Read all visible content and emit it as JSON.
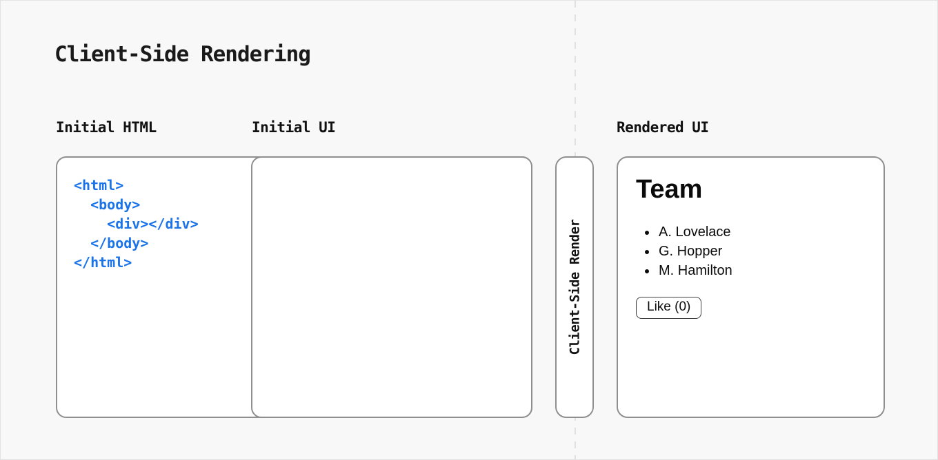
{
  "page": {
    "title": "Client-Side Rendering",
    "background_color": "#f8f8f8",
    "panel_border_color": "#8f8f8f",
    "divider_color": "#e0e0e0"
  },
  "column_labels": {
    "initial_html": "Initial HTML",
    "initial_ui": "Initial UI",
    "rendered_ui": "Rendered UI"
  },
  "initial_html_panel": {
    "code_color": "#1a73e8",
    "code_lines": [
      "<html>",
      "  <body>",
      "    <div></div>",
      "  </body>",
      "</html>"
    ]
  },
  "initial_ui_panel": {
    "content": ""
  },
  "process_pill": {
    "label": "Client-Side Render"
  },
  "rendered_ui_panel": {
    "heading": "Team",
    "team_members": [
      "A. Lovelace",
      "G. Hopper",
      "M. Hamilton"
    ],
    "like_button_label": "Like (0)",
    "like_count": 0
  }
}
